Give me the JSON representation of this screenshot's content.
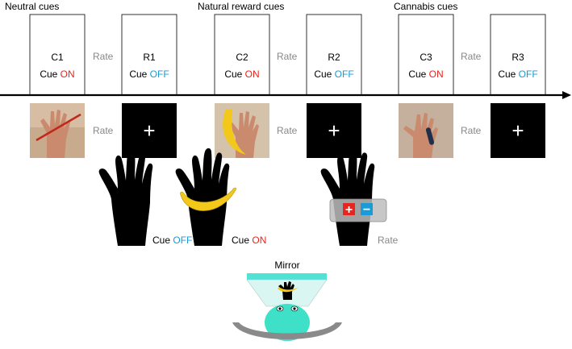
{
  "headers": {
    "neutral": "Neutral cues",
    "natural": "Natural reward cues",
    "cannabis": "Cannabis cues"
  },
  "boxes": [
    {
      "label": "C1",
      "cue": "Cue",
      "state": "ON"
    },
    {
      "label": "R1",
      "cue": "Cue",
      "state": "OFF"
    },
    {
      "label": "C2",
      "cue": "Cue",
      "state": "ON"
    },
    {
      "label": "R2",
      "cue": "Cue",
      "state": "OFF"
    },
    {
      "label": "C3",
      "cue": "Cue",
      "state": "ON"
    },
    {
      "label": "R3",
      "cue": "Cue",
      "state": "OFF"
    }
  ],
  "rate_label": "Rate",
  "fixation_symbol": "+",
  "hand_labels": {
    "cue": "Cue",
    "off": "OFF",
    "on": "ON",
    "rate": "Rate"
  },
  "rating_buttons": {
    "plus": "+",
    "minus": "−"
  },
  "mirror_label": "Mirror",
  "colors": {
    "on": "#e8241c",
    "off": "#1a9ad6",
    "rate": "#888888",
    "mirror": "#4fe3d6",
    "head": "#3fe0c8",
    "banana": "#f2c81a"
  }
}
